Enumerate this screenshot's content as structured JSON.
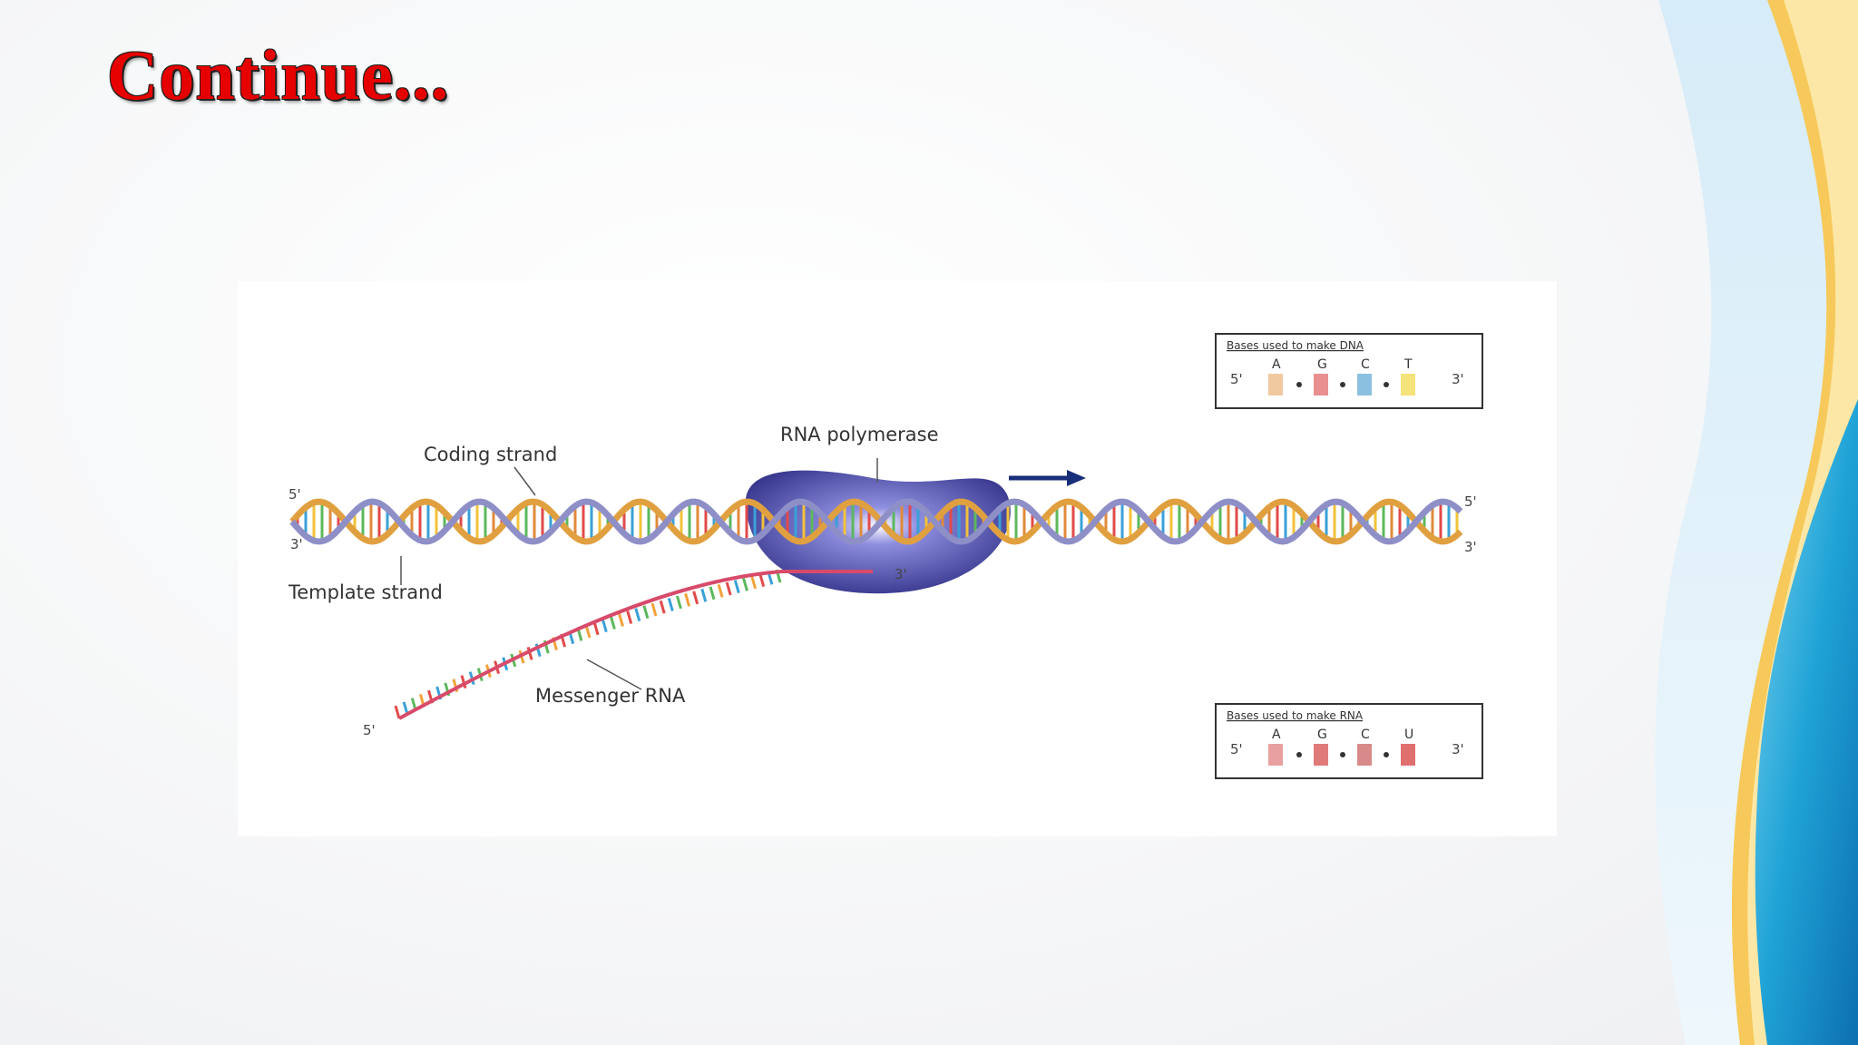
{
  "slide": {
    "title": "Continue..."
  },
  "diagram": {
    "labels": {
      "coding_strand": "Coding strand",
      "template_strand": "Template strand",
      "rna_polymerase": "RNA polymerase",
      "messenger_rna": "Messenger RNA"
    },
    "strand_ends": {
      "left_top": "5'",
      "left_bottom": "3'",
      "right_top": "5'",
      "right_bottom": "3'",
      "polymerase_3": "3'",
      "mrna_5": "5'"
    },
    "dna_box": {
      "title": "Bases used to make DNA",
      "bases": [
        "A",
        "G",
        "C",
        "T"
      ],
      "end_left": "5'",
      "end_right": "3'"
    },
    "rna_box": {
      "title": "Bases used to make RNA",
      "bases": [
        "A",
        "G",
        "C",
        "U"
      ],
      "end_left": "5'",
      "end_right": "3'"
    },
    "colors": {
      "polymerase": "#3a3a9a",
      "mrna": "#d84a6a",
      "backbone": "#e0a040",
      "arrow": "#1a2f7a"
    }
  }
}
